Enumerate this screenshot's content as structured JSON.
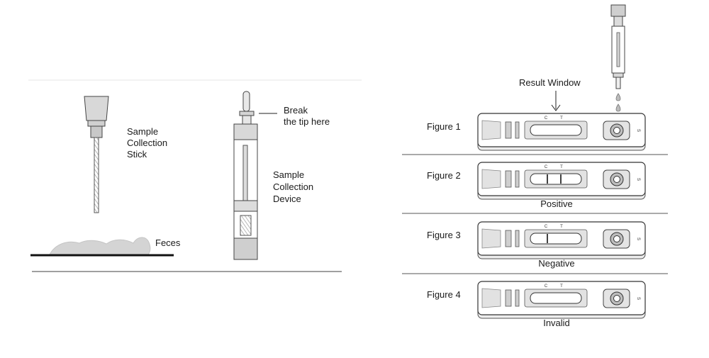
{
  "left_panel": {
    "stick_label": [
      "Sample",
      "Collection",
      "Stick"
    ],
    "feces_label": "Feces",
    "break_label": [
      "Break",
      "the tip here"
    ],
    "device_label": [
      "Sample",
      "Collection",
      "Device"
    ]
  },
  "right_panel": {
    "result_window_label": "Result  Window",
    "cassette_marks": {
      "control": "C",
      "test": "T",
      "sample": "S"
    },
    "figures": [
      {
        "label": "Figure 1",
        "caption": "",
        "c_line": false,
        "t_line": false
      },
      {
        "label": "Figure 2",
        "caption": "Positive",
        "c_line": true,
        "t_line": true
      },
      {
        "label": "Figure 3",
        "caption": "Negative",
        "c_line": true,
        "t_line": false
      },
      {
        "label": "Figure 4",
        "caption": "Invalid",
        "c_line": false,
        "t_line": false
      }
    ]
  }
}
